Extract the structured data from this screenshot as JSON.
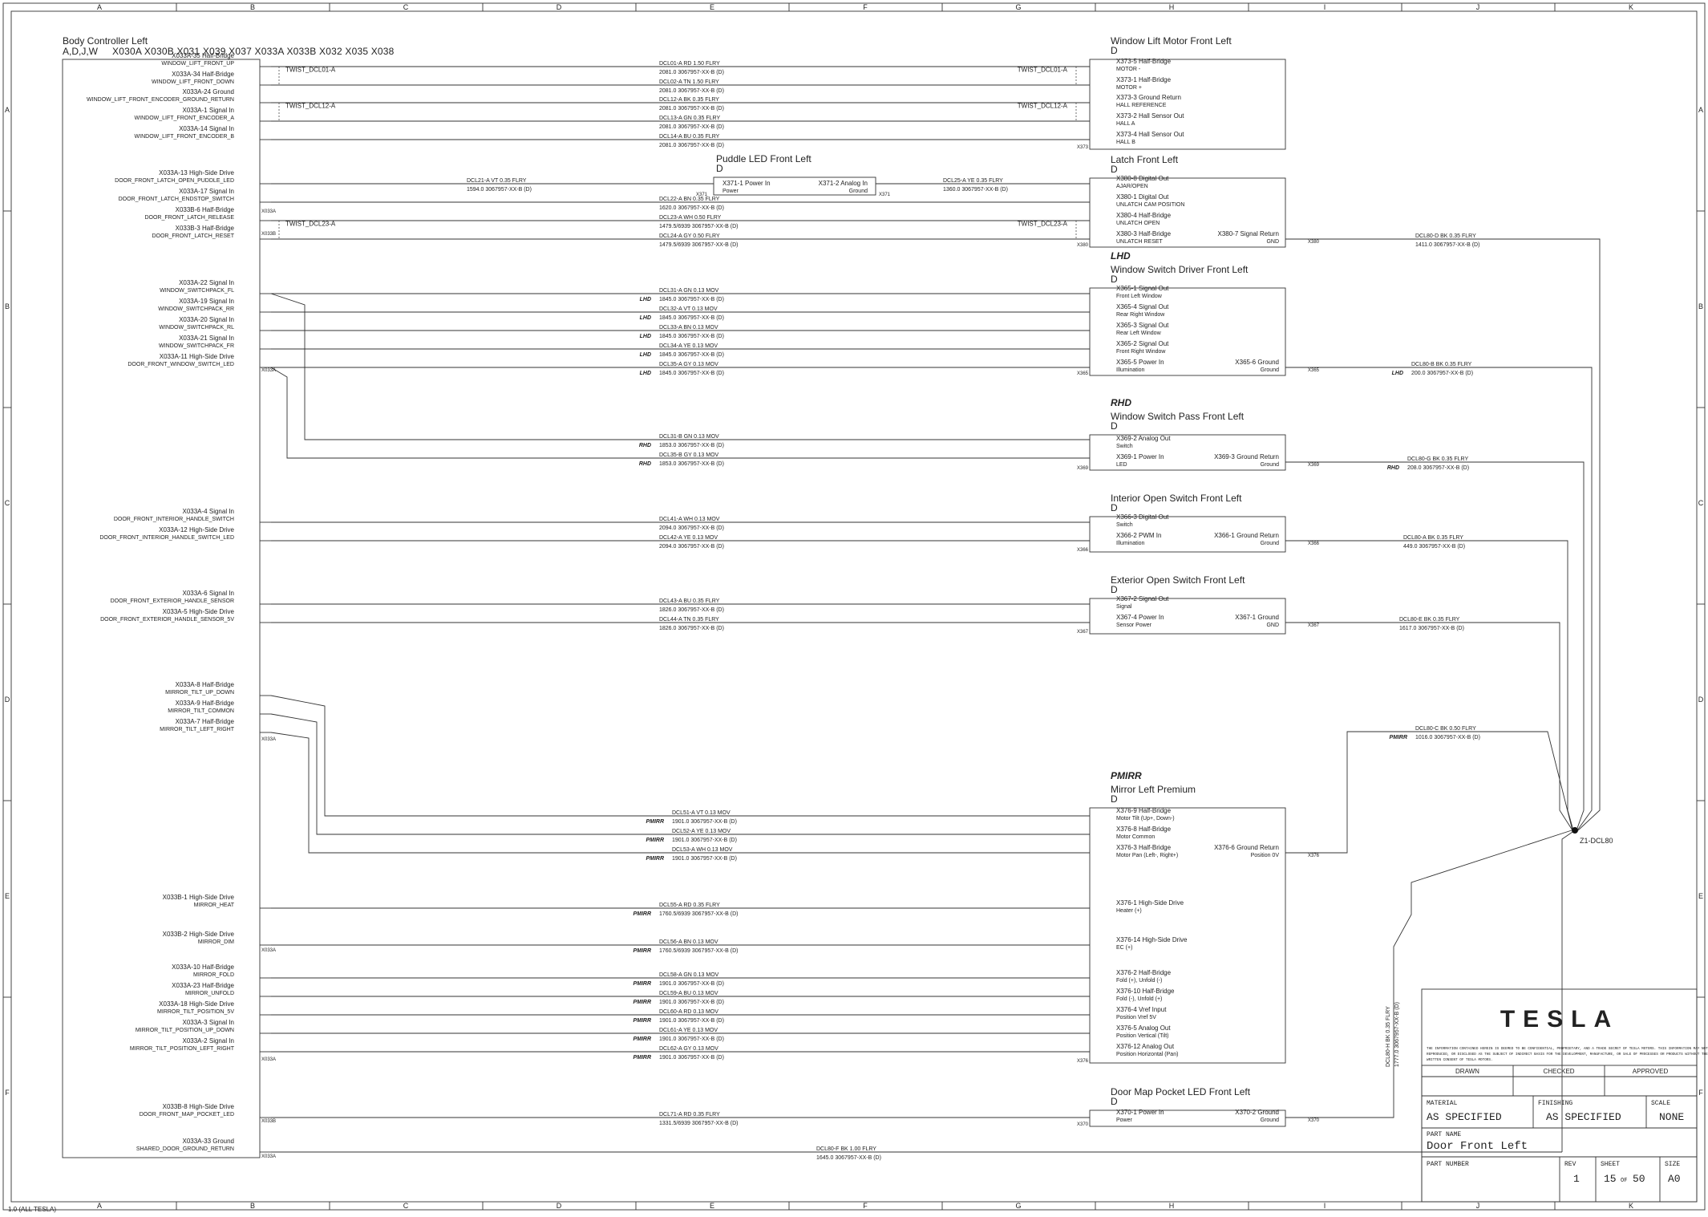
{
  "grid": {
    "columns": [
      "A",
      "B",
      "C",
      "D",
      "E",
      "F",
      "G",
      "H",
      "I",
      "J",
      "K"
    ],
    "rows": [
      "A",
      "B",
      "C",
      "D",
      "E",
      "F"
    ]
  },
  "controller": {
    "title": "Body Controller Left",
    "variants": "A,D,J,W",
    "connectors": "X030A  X030B  X031  X039  X037  X033A  X033B    X032  X035  X038"
  },
  "pins": [
    {
      "name": "X033A-35 Half-Bridge",
      "signal": "WINDOW_LIFT_FRONT_UP"
    },
    {
      "name": "X033A-34 Half-Bridge",
      "signal": "WINDOW_LIFT_FRONT_DOWN"
    },
    {
      "name": "X033A-24 Ground",
      "signal": "WINDOW_LIFT_FRONT_ENCODER_GROUND_RETURN"
    },
    {
      "name": "X033A-1 Signal In",
      "signal": "WINDOW_LIFT_FRONT_ENCODER_A"
    },
    {
      "name": "X033A-14 Signal In",
      "signal": "WINDOW_LIFT_FRONT_ENCODER_B"
    },
    {
      "name": "X033A-13 High-Side Drive",
      "signal": "DOOR_FRONT_LATCH_OPEN_PUDDLE_LED"
    },
    {
      "name": "X033A-17 Signal In",
      "signal": "DOOR_FRONT_LATCH_ENDSTOP_SWITCH"
    },
    {
      "name": "X033B-6 Half-Bridge",
      "signal": "DOOR_FRONT_LATCH_RELEASE"
    },
    {
      "name": "X033B-3 Half-Bridge",
      "signal": "DOOR_FRONT_LATCH_RESET"
    },
    {
      "name": "X033A-22 Signal In",
      "signal": "WINDOW_SWITCHPACK_FL"
    },
    {
      "name": "X033A-19 Signal In",
      "signal": "WINDOW_SWITCHPACK_RR"
    },
    {
      "name": "X033A-20 Signal In",
      "signal": "WINDOW_SWITCHPACK_RL"
    },
    {
      "name": "X033A-21 Signal In",
      "signal": "WINDOW_SWITCHPACK_FR"
    },
    {
      "name": "X033A-11 High-Side Drive",
      "signal": "DOOR_FRONT_WINDOW_SWITCH_LED"
    },
    {
      "name": "X033A-4 Signal In",
      "signal": "DOOR_FRONT_INTERIOR_HANDLE_SWITCH"
    },
    {
      "name": "X033A-12 High-Side Drive",
      "signal": "DOOR_FRONT_INTERIOR_HANDLE_SWITCH_LED"
    },
    {
      "name": "X033A-6 Signal In",
      "signal": "DOOR_FRONT_EXTERIOR_HANDLE_SENSOR"
    },
    {
      "name": "X033A-5 High-Side Drive",
      "signal": "DOOR_FRONT_EXTERIOR_HANDLE_SENSOR_5V"
    },
    {
      "name": "X033A-8 Half-Bridge",
      "signal": "MIRROR_TILT_UP_DOWN"
    },
    {
      "name": "X033A-9 Half-Bridge",
      "signal": "MIRROR_TILT_COMMON"
    },
    {
      "name": "X033A-7 Half-Bridge",
      "signal": "MIRROR_TILT_LEFT_RIGHT"
    },
    {
      "name": "X033B-1 High-Side Drive",
      "signal": "MIRROR_HEAT"
    },
    {
      "name": "X033B-2 High-Side Drive",
      "signal": "MIRROR_DIM"
    },
    {
      "name": "X033A-10 Half-Bridge",
      "signal": "MIRROR_FOLD"
    },
    {
      "name": "X033A-23 Half-Bridge",
      "signal": "MIRROR_UNFOLD"
    },
    {
      "name": "X033A-18 High-Side Drive",
      "signal": "MIRROR_TILT_POSITION_5V"
    },
    {
      "name": "X033A-3 Signal In",
      "signal": "MIRROR_TILT_POSITION_UP_DOWN"
    },
    {
      "name": "X033A-2 Signal In",
      "signal": "MIRROR_TILT_POSITION_LEFT_RIGHT"
    },
    {
      "name": "X033B-8 High-Side Drive",
      "signal": "DOOR_FRONT_MAP_POCKET_LED"
    },
    {
      "name": "X033A-33 Ground",
      "signal": "SHARED_DOOR_GROUND_RETURN"
    }
  ],
  "pin_connector_tags": [
    "X033A",
    "X033B",
    "X033A",
    "X033A",
    "X033A",
    "X033A",
    "X033B",
    "X033A",
    "X033B",
    "X033A"
  ],
  "wires": [
    {
      "top": "DCL01-A   RD   1.50   FLRY",
      "bottom": "2081.0    3067957-XX-B (D)"
    },
    {
      "top": "DCL02-A   TN   1.50   FLRY",
      "bottom": "2081.0    3067957-XX-B (D)"
    },
    {
      "top": "DCL12-A   BK   0.35   FLRY",
      "bottom": "2081.0    3067957-XX-B (D)"
    },
    {
      "top": "DCL13-A   GN   0.35   FLRY",
      "bottom": "2081.0    3067957-XX-B (D)"
    },
    {
      "top": "DCL14-A   BU   0.35   FLRY",
      "bottom": "2081.0    3067957-XX-B (D)"
    },
    {
      "top": "DCL21-A   VT   0.35   FLRY",
      "bottom": "1594.0    3067957-XX-B (D)"
    },
    {
      "top": "DCL22-A   BN   0.35   FLRY",
      "bottom": "1620.0    3067957-XX-B (D)"
    },
    {
      "top": "DCL23-A   WH   0.50   FLRY",
      "bottom": "1479.5/6939    3067957-XX-B (D)"
    },
    {
      "top": "DCL24-A   GY   0.50   FLRY",
      "bottom": "1479.5/6939    3067957-XX-B (D)"
    },
    {
      "top": "DCL31-A   GN   0.13   MOV",
      "tag": "LHD",
      "bottom": "1845.0    3067957-XX-B (D)"
    },
    {
      "top": "DCL32-A   VT   0.13   MOV",
      "tag": "LHD",
      "bottom": "1845.0    3067957-XX-B (D)"
    },
    {
      "top": "DCL33-A   BN   0.13   MOV",
      "tag": "LHD",
      "bottom": "1845.0    3067957-XX-B (D)"
    },
    {
      "top": "DCL34-A   YE   0.13   MOV",
      "tag": "LHD",
      "bottom": "1845.0    3067957-XX-B (D)"
    },
    {
      "top": "DCL35-A   GY   0.13   MOV",
      "tag": "LHD",
      "bottom": "1845.0    3067957-XX-B (D)"
    },
    {
      "top": "DCL31-B   GN   0.13   MOV",
      "tag": "RHD",
      "bottom": "1853.0    3067957-XX-B (D)"
    },
    {
      "top": "DCL35-B   GY   0.13   MOV",
      "tag": "RHD",
      "bottom": "1853.0    3067957-XX-B (D)"
    },
    {
      "top": "DCL41-A   WH   0.13   MOV",
      "bottom": "2094.0    3067957-XX-B (D)"
    },
    {
      "top": "DCL42-A   YE   0.13   MOV",
      "bottom": "2094.0    3067957-XX-B (D)"
    },
    {
      "top": "DCL43-A   BU   0.35   FLRY",
      "bottom": "1826.0    3067957-XX-B (D)"
    },
    {
      "top": "DCL44-A   TN   0.35   FLRY",
      "bottom": "1826.0    3067957-XX-B (D)"
    },
    {
      "top": "DCL51-A   VT   0.13   MOV",
      "tag": "PMIRR",
      "bottom": "1901.0    3067957-XX-B (D)"
    },
    {
      "top": "DCL52-A   YE   0.13   MOV",
      "tag": "PMIRR",
      "bottom": "1901.0    3067957-XX-B (D)"
    },
    {
      "top": "DCL53-A   WH   0.13   MOV",
      "tag": "PMIRR",
      "bottom": "1901.0    3067957-XX-B (D)"
    },
    {
      "top": "DCL55-A   RD   0.35   FLRY",
      "tag": "PMIRR",
      "bottom": "1760.5/6939    3067957-XX-B (D)"
    },
    {
      "top": "DCL56-A   BN   0.13   MOV",
      "tag": "PMIRR",
      "bottom": "1760.5/6939    3067957-XX-B (D)"
    },
    {
      "top": "DCL58-A   GN   0.13   MOV",
      "tag": "PMIRR",
      "bottom": "1901.0    3067957-XX-B (D)"
    },
    {
      "top": "DCL59-A   BU   0.13   MOV",
      "tag": "PMIRR",
      "bottom": "1901.0    3067957-XX-B (D)"
    },
    {
      "top": "DCL60-A   RD   0.13   MOV",
      "tag": "PMIRR",
      "bottom": "1901.0    3067957-XX-B (D)"
    },
    {
      "top": "DCL61-A   YE   0.13   MOV",
      "tag": "PMIRR",
      "bottom": "1901.0    3067957-XX-B (D)"
    },
    {
      "top": "DCL62-A   GY   0.13   MOV",
      "tag": "PMIRR",
      "bottom": "1901.0    3067957-XX-B (D)"
    },
    {
      "top": "DCL71-A   RD   0.35   FLRY",
      "bottom": "1331.5/6939    3067957-XX-B (D)"
    },
    {
      "top": "DCL80-F   BK   1.00   FLRY",
      "bottom": "1645.0    3067957-XX-B (D)"
    }
  ],
  "ground_wires": [
    {
      "top": "DCL25-A   YE   0.35   FLRY",
      "bottom": "1360.0    3067957-XX-B (D)"
    },
    {
      "top": "DCL80-D   BK   0.35   FLRY",
      "bottom": "1411.0    3067957-XX-B (D)"
    },
    {
      "top": "DCL80-B   BK   0.35   FLRY",
      "tag": "LHD",
      "bottom": "200.0    3067957-XX-B (D)"
    },
    {
      "top": "DCL80-G   BK   0.35   FLRY",
      "tag": "RHD",
      "bottom": "208.0    3067957-XX-B (D)"
    },
    {
      "top": "DCL80-A   BK   0.35   FLRY",
      "bottom": "449.0    3067957-XX-B (D)"
    },
    {
      "top": "DCL80-E   BK   0.35   FLRY",
      "bottom": "1617.0    3067957-XX-B (D)"
    },
    {
      "top": "DCL80-C   BK   0.50   FLRY",
      "tag": "PMIRR",
      "bottom": "1016.0    3067957-XX-B (D)"
    },
    {
      "top": "DCL80-H   BK   0.35   FLRY",
      "bottom": "1777.0    3067957-XX-B (D)"
    }
  ],
  "twists": [
    "TWIST_DCL01-A",
    "TWIST_DCL12-A",
    "TWIST_DCL23-A"
  ],
  "components": [
    {
      "title": "Window Lift Motor Front Left",
      "variant": "D",
      "tag": "",
      "conn": "X373",
      "pins": [
        [
          "X373-5 Half-Bridge",
          "MOTOR -"
        ],
        [
          "X373-1 Half-Bridge",
          "MOTOR +"
        ],
        [
          "X373-3 Ground Return",
          "HALL REFERENCE"
        ],
        [
          "X373-2 Hall Sensor Out",
          "HALL A"
        ],
        [
          "X373-4 Hall Sensor Out",
          "HALL B"
        ]
      ],
      "right": null
    },
    {
      "title": "Latch Front Left",
      "variant": "D",
      "tag": "",
      "conn": "X380",
      "pins": [
        [
          "X380-8 Digital Out",
          "AJAR/OPEN"
        ],
        [
          "X380-1 Digital Out",
          "UNLATCH CAM POSITION"
        ],
        [
          "X380-4 Half-Bridge",
          "UNLATCH OPEN"
        ],
        [
          "X380-3 Half-Bridge",
          "UNLATCH RESET"
        ]
      ],
      "right": [
        "X380-7 Signal Return",
        "GND"
      ]
    },
    {
      "title": "Window Switch Driver Front Left",
      "variant": "D",
      "tag": "LHD",
      "conn": "X365",
      "pins": [
        [
          "X365-1 Signal Out",
          "Front Left Window"
        ],
        [
          "X365-4 Signal Out",
          "Rear Right Window"
        ],
        [
          "X365-3 Signal Out",
          "Rear Left Window"
        ],
        [
          "X365-2 Signal Out",
          "Front Right Window"
        ],
        [
          "X365-5 Power In",
          "Illumination"
        ]
      ],
      "right": [
        "X365-6 Ground",
        "Ground"
      ]
    },
    {
      "title": "Window Switch Pass Front Left",
      "variant": "D",
      "tag": "RHD",
      "conn": "X369",
      "pins": [
        [
          "X369-2 Analog Out",
          "Switch"
        ],
        [
          "X369-1 Power In",
          "LED"
        ]
      ],
      "right": [
        "X369-3 Ground Return",
        "Ground"
      ]
    },
    {
      "title": "Interior Open Switch Front Left",
      "variant": "D",
      "tag": "",
      "conn": "X366",
      "pins": [
        [
          "X366-3 Digital Out",
          "Switch"
        ],
        [
          "X366-2 PWM In",
          "Illumination"
        ]
      ],
      "right": [
        "X366-1 Ground Return",
        "Ground"
      ]
    },
    {
      "title": "Exterior Open Switch Front Left",
      "variant": "D",
      "tag": "",
      "conn": "X367",
      "pins": [
        [
          "X367-2 Signal Out",
          "Signal"
        ],
        [
          "X367-4 Power In",
          "Sensor Power"
        ]
      ],
      "right": [
        "X367-1 Ground",
        "GND"
      ]
    },
    {
      "title": "Mirror Left Premium",
      "variant": "D",
      "tag": "PMIRR",
      "conn": "X376",
      "pins": [
        [
          "X376-9 Half-Bridge",
          "Motor Tilt (Up+, Down-)"
        ],
        [
          "X376-8 Half-Bridge",
          "Motor Common"
        ],
        [
          "X376-3 Half-Bridge",
          "Motor Pan (Left-, Right+)"
        ],
        [
          "X376-1 High-Side Drive",
          "Heater (+)"
        ],
        [
          "X376-14 High-Side Drive",
          "EC (+)"
        ],
        [
          "X376-2 Half-Bridge",
          "Fold (+), Unfold (-)"
        ],
        [
          "X376-10 Half-Bridge",
          "Fold (-), Unfold (+)"
        ],
        [
          "X376-4 Vref Input",
          "Position Vref 5V"
        ],
        [
          "X376-5 Analog Out",
          "Position Vertical (Tilt)"
        ],
        [
          "X376-12 Analog Out",
          "Position Horizontal (Pan)"
        ]
      ],
      "right": [
        "X376-6 Ground Return",
        "Position 0V"
      ]
    },
    {
      "title": "Door Map Pocket LED Front Left",
      "variant": "D",
      "tag": "",
      "conn": "X370",
      "pins": [
        [
          "X370-1 Power In",
          "Power"
        ]
      ],
      "right": [
        "X370-2 Ground",
        "Ground"
      ]
    }
  ],
  "puddle": {
    "title": "Puddle LED Front Left",
    "variant": "D",
    "conn": "X371",
    "left": [
      "X371-1 Power In",
      "Power"
    ],
    "right": [
      "X371-2 Analog In",
      "Ground"
    ]
  },
  "splice": "Z1-DCL80",
  "title_block": {
    "logo": "TESLA",
    "notice": "THE INFORMATION CONTAINED HEREIN IS DEEMED TO BE CONFIDENTIAL, PROPRIETARY, AND A TRADE SECRET OF TESLA MOTORS. THIS INFORMATION MAY NOT BE USED, REPRODUCED, OR DISCLOSED AS THE SUBJECT OF INDIRECT BASIS FOR THE DEVELOPMENT, MANUFACTURE, OR SALE OF PROCESSES OR PRODUCTS WITHOUT THE EXPRESSED WRITTEN CONSENT OF TESLA MOTORS.",
    "drawn_label": "DRAWN",
    "checked_label": "CHECKED",
    "approved_label": "APPROVED",
    "material_label": "MATERIAL",
    "material": "AS SPECIFIED",
    "finishing_label": "FINISHING",
    "finishing": "AS SPECIFIED",
    "scale_label": "SCALE",
    "scale": "NONE",
    "part_name_label": "PART NAME",
    "part_name": "Door Front Left",
    "part_number_label": "PART NUMBER",
    "rev_label": "REV",
    "rev": "1",
    "sheet_label": "SHEET",
    "sheet": "15",
    "of": "OF",
    "sheets": "50",
    "size_label": "SIZE",
    "size": "A0"
  },
  "footer_stamp": "1.0 (ALL TESLA)"
}
